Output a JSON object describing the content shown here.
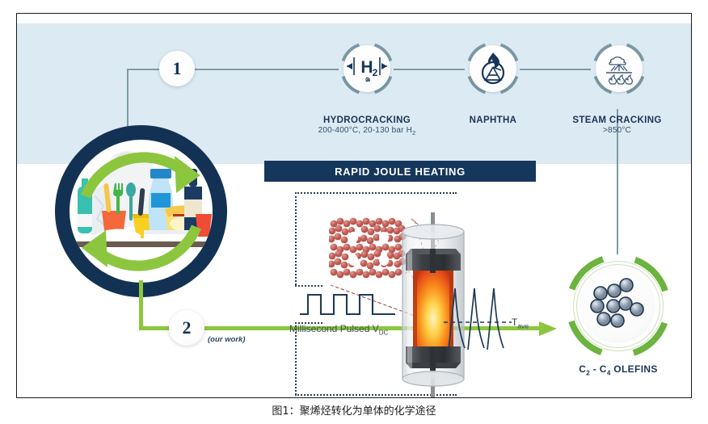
{
  "figure": {
    "caption": "图1：聚烯烃转化为单体的化学途径"
  },
  "pathways": {
    "step1": {
      "number": "1"
    },
    "step2": {
      "number": "2",
      "note": "(our work)"
    }
  },
  "conventional_route": {
    "steps": [
      {
        "icon": "hydrogen-molecule-icon",
        "title": "HYDROCRACKING",
        "subtitle": "200-400°C, 20-130 bar H",
        "subtitle_sub": "2"
      },
      {
        "icon": "oil-pumpjack-flame-icon",
        "title": "NAPHTHA",
        "subtitle": ""
      },
      {
        "icon": "steam-cracking-flames-icon",
        "title": "STEAM CRACKING",
        "subtitle": ">850°C"
      }
    ]
  },
  "joule_section": {
    "banner": "RAPID JOULE HEATING",
    "pulse_label_main": "Millisecond Pulsed V",
    "pulse_label_sub": "DC",
    "temperature_label_main": "T",
    "temperature_label_sub": "ave",
    "catalyst_icon": "zeolite-framework-icon",
    "reactor_icon": "quartz-tube-reactor-icon"
  },
  "feedstock": {
    "icon": "plastic-waste-recycling-icon"
  },
  "product": {
    "icon": "olefin-molecules-icon",
    "label_prefix": "C",
    "label_sub1": "2",
    "label_mid": " - C",
    "label_sub2": "4",
    "label_suffix": " OLEFINS"
  },
  "colors": {
    "navy": "#133253",
    "band_blue": "#dceaf3",
    "green": "#8cc63f",
    "green_dark": "#6cb33f",
    "connector_gray": "#7f9aa6",
    "banner_navy": "#16375c"
  }
}
